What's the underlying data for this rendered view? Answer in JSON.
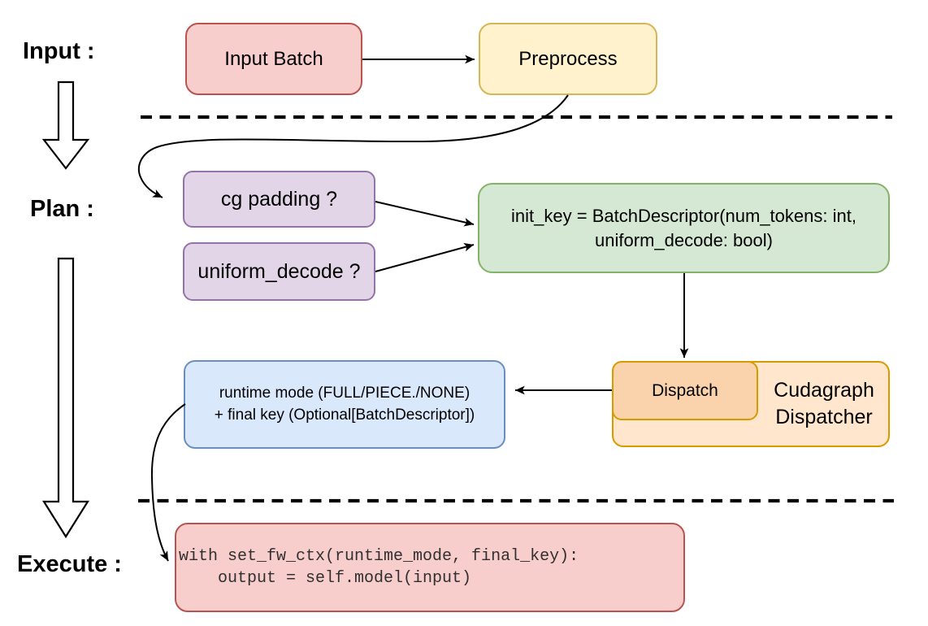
{
  "stages": {
    "input": "Input :",
    "plan": "Plan :",
    "execute": "Execute :"
  },
  "nodes": {
    "input_batch": "Input Batch",
    "preprocess": "Preprocess",
    "cg_padding": "cg padding ?",
    "uniform_decode": "uniform_decode ?",
    "init_key": {
      "lines": [
        "init_key = BatchDescriptor(num_tokens: int,",
        "uniform_decode: bool)"
      ]
    },
    "dispatch": "Dispatch",
    "cudagraph_dispatcher": {
      "lines": [
        "Cudagraph",
        "Dispatcher"
      ]
    },
    "runtime_result": {
      "lines": [
        "runtime mode (FULL/PIECE./NONE)",
        "+ final key (Optional[BatchDescriptor])"
      ]
    },
    "execute_code": {
      "lines": [
        "with set_fw_ctx(runtime_mode, final_key):",
        "    output = self.model(input)"
      ]
    }
  },
  "colors": {
    "node_red_fill": "#f8cecc",
    "node_red_stroke": "#b85450",
    "node_yellow_fill": "#fff2cc",
    "node_yellow_stroke": "#d6b656",
    "node_purple_fill": "#e1d5e7",
    "node_purple_stroke": "#9673a6",
    "node_green_fill": "#d5e8d4",
    "node_green_stroke": "#82b366",
    "node_blue_fill": "#dae8fc",
    "node_blue_stroke": "#6c8ebf",
    "node_orange_fill": "#ffe6cc",
    "node_orange_inner_fill": "#fad2ac",
    "node_orange_stroke": "#d79b00",
    "connector": "#000000",
    "background": "#ffffff"
  }
}
